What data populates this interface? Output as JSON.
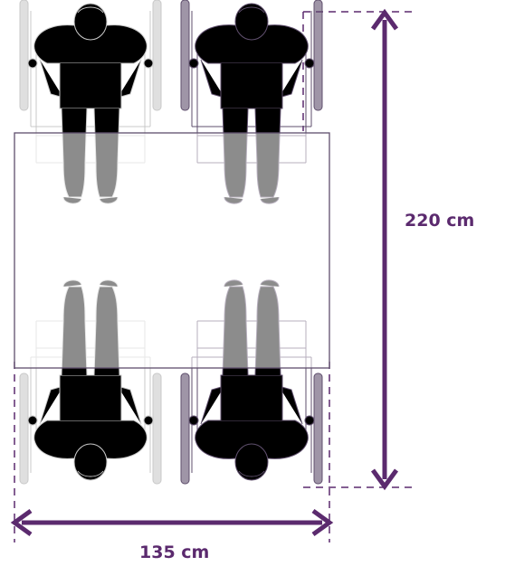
{
  "colors": {
    "accent": "#5b2a6e",
    "figure_dark": "#5f4f6d",
    "figure_faded": "#c9c9c9",
    "table_stroke": "#5f4f6d"
  },
  "dimensions": {
    "height_label": "220 cm",
    "width_label": "135 cm"
  },
  "figures": [
    {
      "id": "top-left",
      "orientation": "facing-down",
      "style": "faded"
    },
    {
      "id": "top-right",
      "orientation": "facing-down",
      "style": "dark"
    },
    {
      "id": "bottom-left",
      "orientation": "facing-up",
      "style": "faded"
    },
    {
      "id": "bottom-right",
      "orientation": "facing-up",
      "style": "dark"
    }
  ]
}
